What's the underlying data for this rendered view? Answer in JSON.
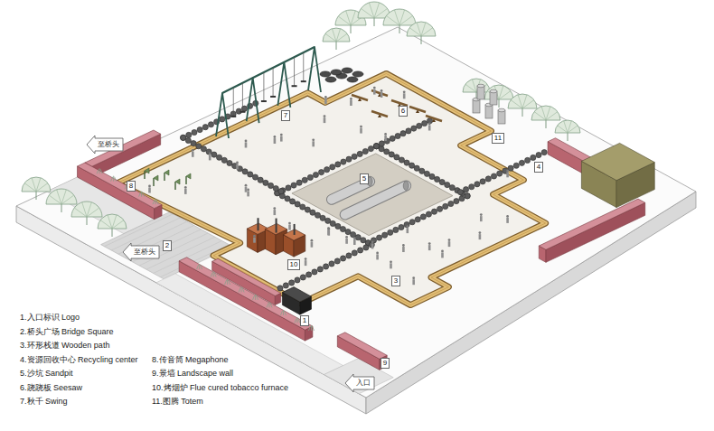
{
  "diagram": {
    "labels": [
      "至桥头",
      "至桥头",
      "入口",
      "7",
      "6",
      "11",
      "5",
      "4",
      "8",
      "2",
      "10",
      "3",
      "1",
      "9",
      "1.入口标识 Logo",
      "2.桥头广场 Bridge Square",
      "3.环形栈道 Wooden path",
      "4.资源回收中心 Recycling center",
      "5.沙坑 Sandpit",
      "6.跷跷板 Seesaw",
      "7.秋千 Swing",
      "8.传音筒 Megaphone",
      "9.景墙 Landscape wall",
      "10.烤烟炉 Flue cured tobacco furnace",
      "11.图腾 Totem"
    ]
  }
}
